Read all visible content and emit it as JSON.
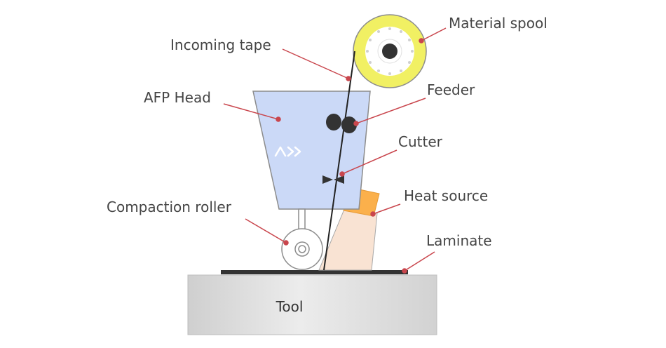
{
  "labels": {
    "material_spool": "Material spool",
    "incoming_tape": "Incoming tape",
    "afp_head": "AFP Head",
    "feeder": "Feeder",
    "cutter": "Cutter",
    "heat_source": "Heat source",
    "compaction_roller": "Compaction roller",
    "laminate": "Laminate",
    "tool": "Tool"
  },
  "colors": {
    "leader_line": "#c9464d",
    "head_fill": "#cbd9f7",
    "spool_fill": "#f1f063",
    "heat_source_block": "#fbb04b",
    "heat_cone": "#f9e3d3",
    "tool_fill": "#dcdcdc",
    "laminate": "#333333"
  }
}
